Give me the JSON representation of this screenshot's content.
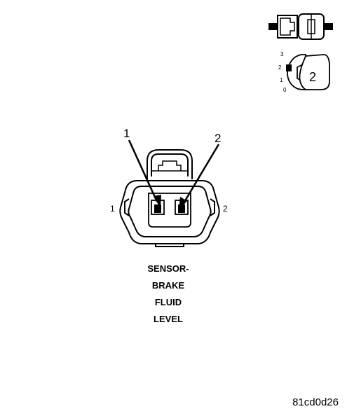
{
  "caption": {
    "lines": [
      "SENSOR-",
      "BRAKE",
      "FLUID",
      "LEVEL"
    ]
  },
  "connector": {
    "left_pin_label": "1",
    "right_pin_label": "2"
  },
  "callouts": {
    "left": "1",
    "right": "2"
  },
  "keying_icon": {
    "scale": [
      "3",
      "2",
      "1",
      "0"
    ],
    "key_number": "2"
  },
  "document_code": "81cd0d26",
  "colors": {
    "line": "#000000",
    "background": "#ffffff"
  }
}
